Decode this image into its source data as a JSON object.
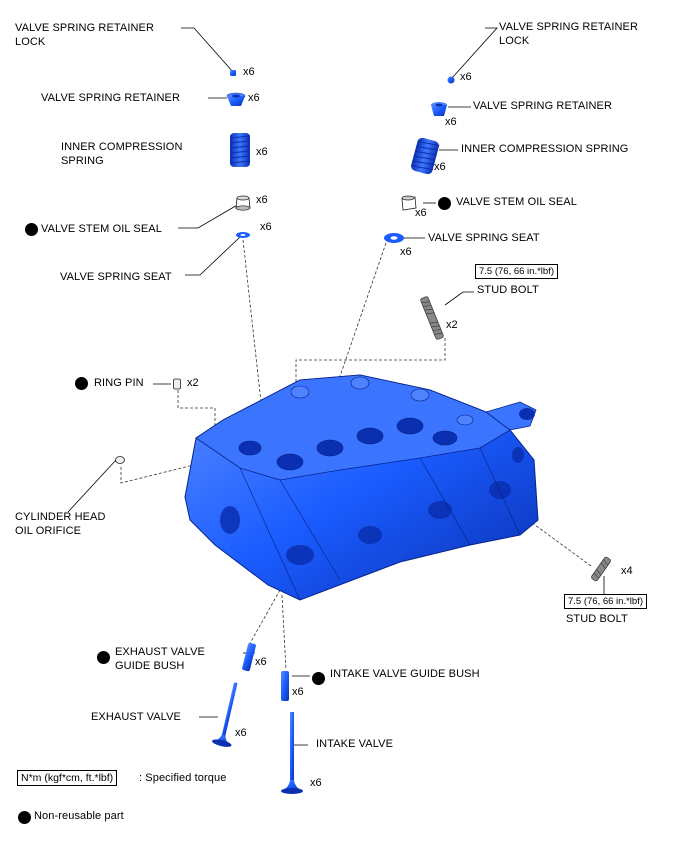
{
  "labels": {
    "retainer_lock_left_1": "VALVE SPRING RETAINER",
    "retainer_lock_left_2": "LOCK",
    "retainer_left": "VALVE SPRING RETAINER",
    "inner_spring_left_1": "INNER COMPRESSION",
    "inner_spring_left_2": "SPRING",
    "oil_seal_left": "VALVE STEM OIL SEAL",
    "spring_seat_left": "VALVE SPRING SEAT",
    "retainer_lock_right_1": "VALVE SPRING RETAINER",
    "retainer_lock_right_2": "LOCK",
    "retainer_right": "VALVE SPRING RETAINER",
    "inner_spring_right": "INNER COMPRESSION SPRING",
    "oil_seal_right": "VALVE STEM OIL SEAL",
    "spring_seat_right": "VALVE SPRING SEAT",
    "stud_bolt_top": "STUD BOLT",
    "ring_pin": "RING PIN",
    "oil_orifice_1": "CYLINDER HEAD",
    "oil_orifice_2": "OIL ORIFICE",
    "stud_bolt_bottom": "STUD BOLT",
    "exhaust_bush_1": "EXHAUST VALVE",
    "exhaust_bush_2": "GUIDE BUSH",
    "intake_bush": "INTAKE VALVE GUIDE BUSH",
    "exhaust_valve": "EXHAUST VALVE",
    "intake_valve": "INTAKE VALVE"
  },
  "quantities": {
    "x6": "x6",
    "x2": "x2",
    "x4": "x4"
  },
  "torque": {
    "stud_bolt_top": "7.5 (76, 66 in.*lbf)",
    "stud_bolt_bottom": "7.5 (76, 66 in.*lbf)"
  },
  "legend": {
    "torque_unit": "N*m (kgf*cm, ft.*lbf)",
    "torque_desc": ": Specified torque",
    "non_reusable": "Non-reusable part"
  },
  "colors": {
    "part_blue": "#1a5cff",
    "part_dark": "#0a2fb0"
  }
}
